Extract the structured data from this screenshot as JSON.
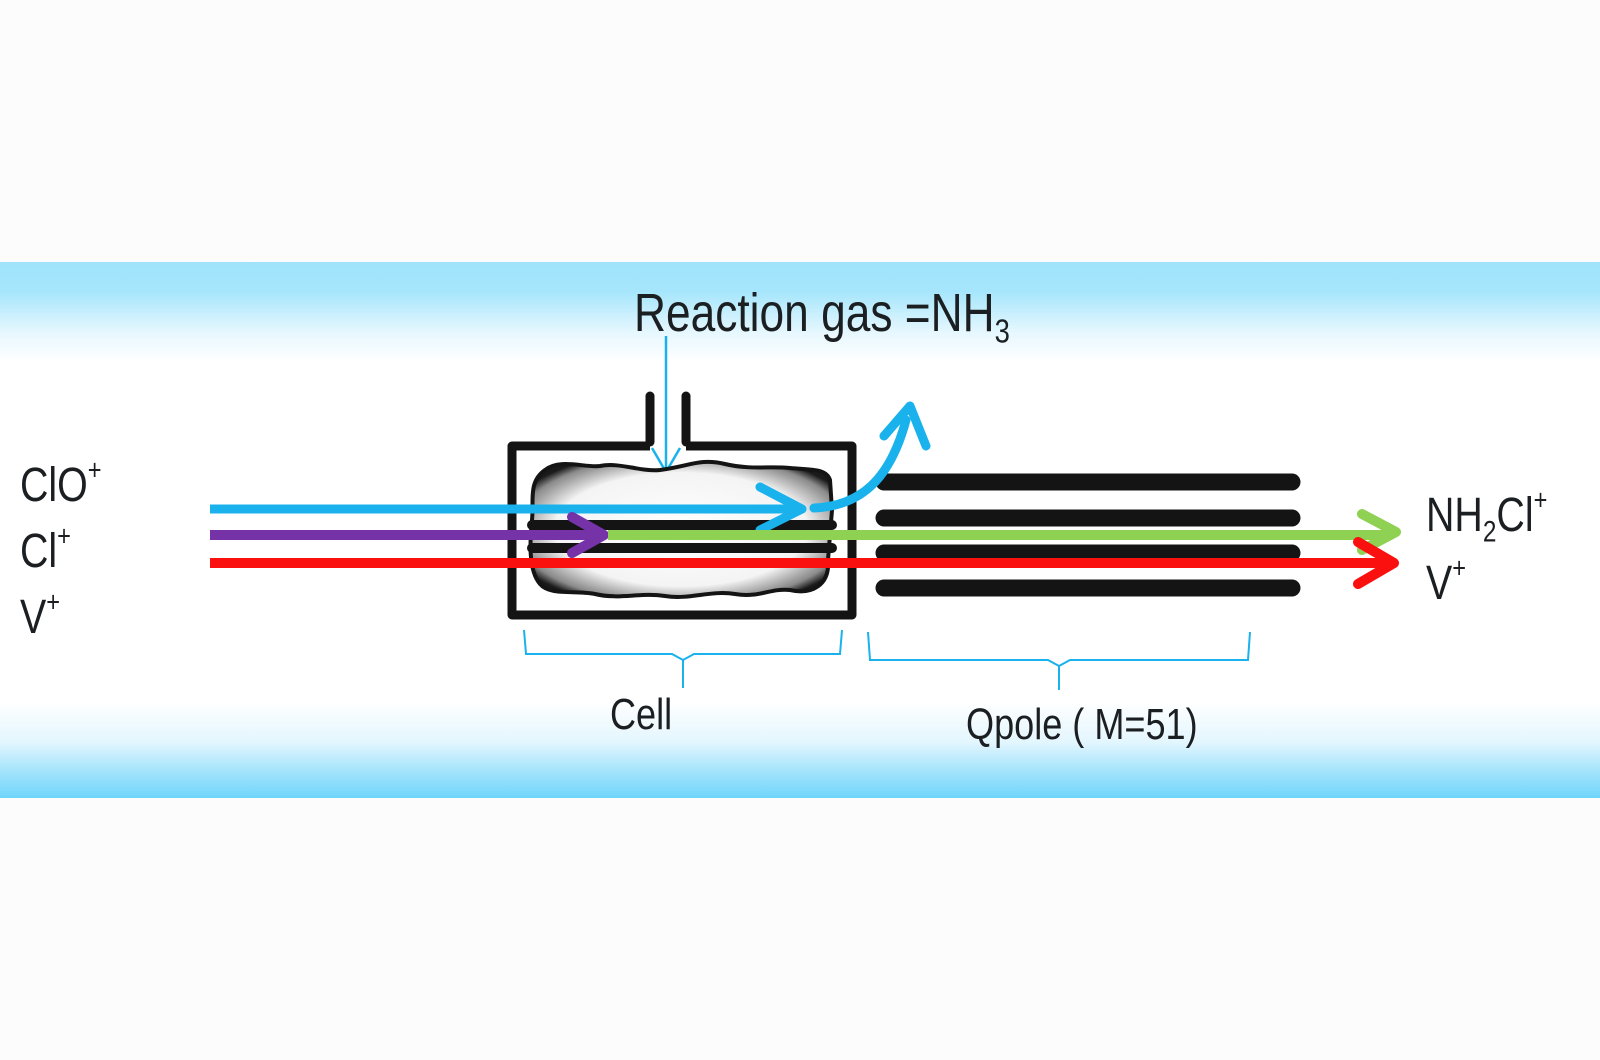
{
  "title": {
    "text": "Reaction gas =NH",
    "subscript": "3"
  },
  "input_ions": [
    {
      "base": "ClO",
      "charge": "+",
      "color": "#1ab2ec"
    },
    {
      "base": "Cl",
      "charge": "+",
      "color": "#7633a8"
    },
    {
      "base": "V",
      "charge": "+",
      "color": "#fb1010"
    }
  ],
  "output_ions": [
    {
      "pre": "NH",
      "sub": "2",
      "post": "Cl",
      "charge": "+",
      "color": "#8ed153"
    },
    {
      "pre": "V",
      "sub": "",
      "post": "",
      "charge": "+",
      "color": "#fb1010"
    }
  ],
  "components": {
    "cell_label": "Cell",
    "qpole_label": "Qpole ( M=51)"
  },
  "colors": {
    "band_top": "#9fe3fb",
    "band_bottom": "#6fd5fb",
    "annotation": "#1ab2ec",
    "rods": "#141414",
    "product": "#8ed153"
  }
}
